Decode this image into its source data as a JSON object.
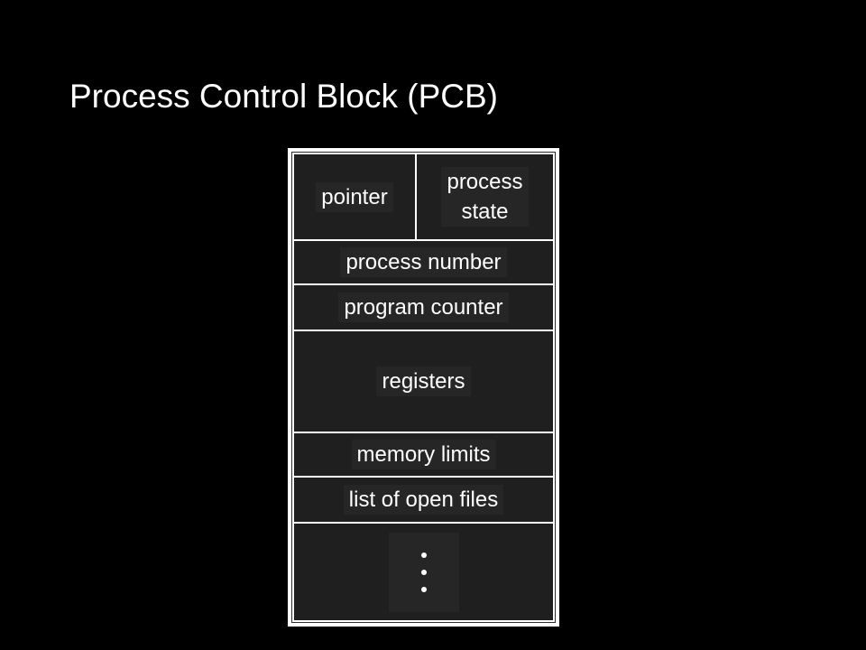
{
  "slide": {
    "title": "Process Control Block (PCB)"
  },
  "pcb": {
    "pointer": "pointer",
    "process_state": "process\nstate",
    "process_number": "process number",
    "program_counter": "program counter",
    "registers": "registers",
    "memory_limits": "memory limits",
    "open_files": "list of open files"
  },
  "colors": {
    "background": "#000000",
    "text": "#ffffff",
    "cell_fill": "#1f1f1f",
    "border": "#ffffff"
  }
}
